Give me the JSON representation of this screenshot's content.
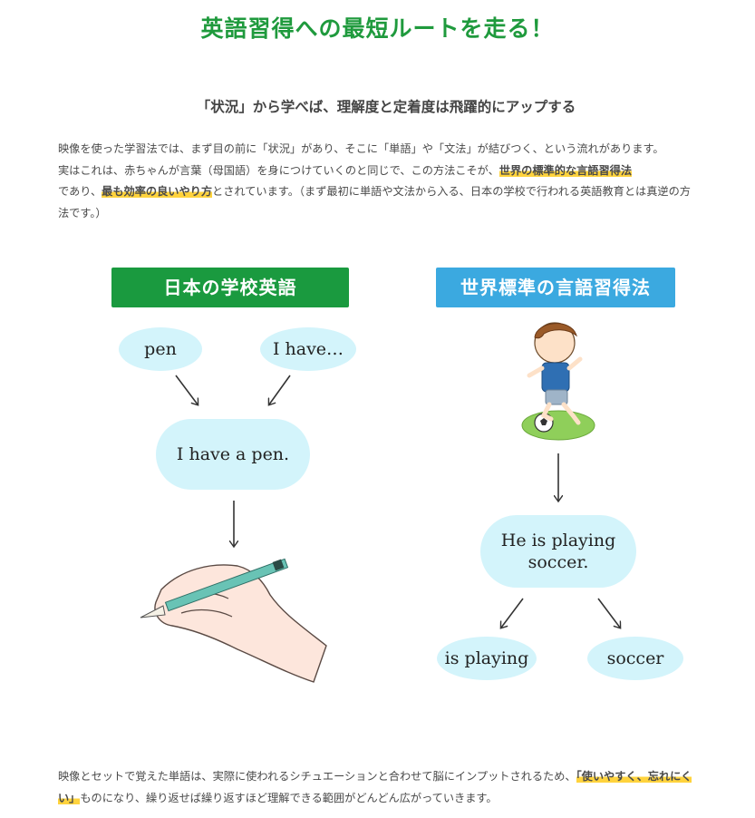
{
  "page": {
    "title": "英語習得への最短ルートを走る！",
    "subtitle": "「状況」から学べば、理解度と定着度は飛躍的にアップする",
    "intro": {
      "line1": "映像を使った学習法では、まず目の前に「状況」があり、そこに「単語」や「文法」が結びつく、という流れがあります。",
      "line2_pre": "実はこれは、赤ちゃんが言葉（母国語）を身につけていくのと同じで、この方法こそが、",
      "line2_highlight": "世界の標準的な言語習得法",
      "line3_pre": "であり、",
      "line3_highlight": "最も効率の良いやり方",
      "line3_post": "とされています。（まず最初に単語や文法から入る、日本の学校で行われる英語教育とは真逆の方法です。）"
    },
    "outro": {
      "pre": "映像とセットで覚えた単語は、実際に使われるシチュエーションと合わせて脳にインプットされるため、",
      "highlight": "「使いやすく、忘れにくい」",
      "post": "ものになり、繰り返せば繰り返すほど理解できる範囲がどんどん広がっていきます。"
    }
  },
  "diagram": {
    "left": {
      "banner": "日本の学校英語",
      "bubble_1": "pen",
      "bubble_2": "I have…",
      "bubble_3": "I have a pen."
    },
    "right": {
      "banner": "世界標準の言語習得法",
      "bubble_1_line1": "He is playing",
      "bubble_1_line2": "soccer.",
      "bubble_2": "is playing",
      "bubble_3": "soccer"
    }
  },
  "colors": {
    "title_green": "#1f9a3d",
    "banner_green": "#1a9a3f",
    "banner_blue": "#3ba9e0",
    "bubble_blue": "#d3f4fb",
    "highlight_yellow": "#ffd33d"
  }
}
